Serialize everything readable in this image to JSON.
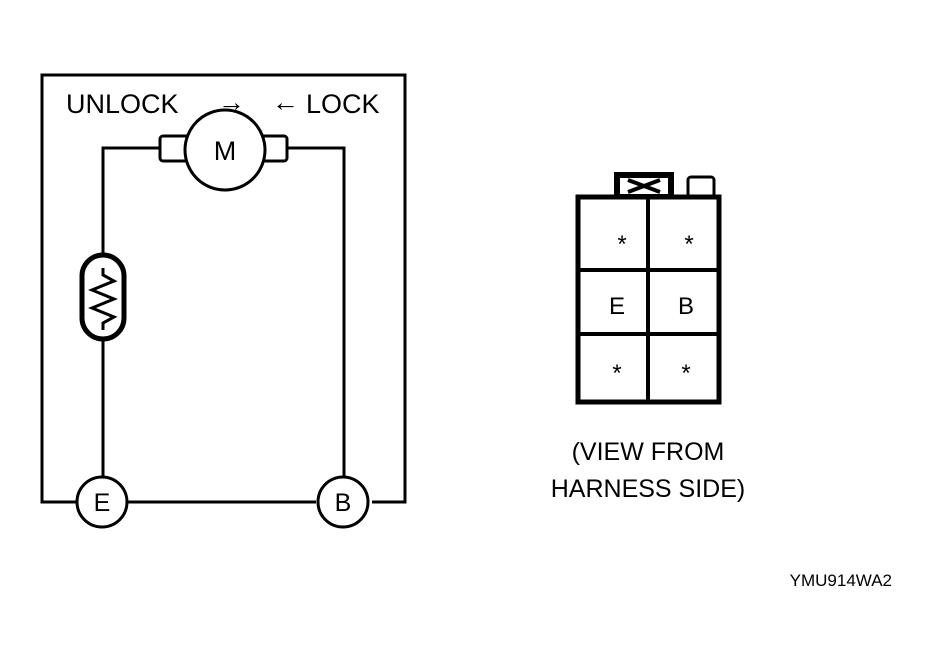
{
  "motor": {
    "label": "M",
    "unlock_label": "UNLOCK",
    "lock_label": "LOCK",
    "unlock_arrow": "→",
    "lock_arrow": "←"
  },
  "terminals": {
    "left": "E",
    "right": "B"
  },
  "connector": {
    "pins": [
      "*",
      "*",
      "E",
      "B",
      "*",
      "*"
    ],
    "caption_line1": "(VIEW FROM",
    "caption_line2": "HARNESS SIDE)"
  },
  "figure_code": "YMU914WA2"
}
